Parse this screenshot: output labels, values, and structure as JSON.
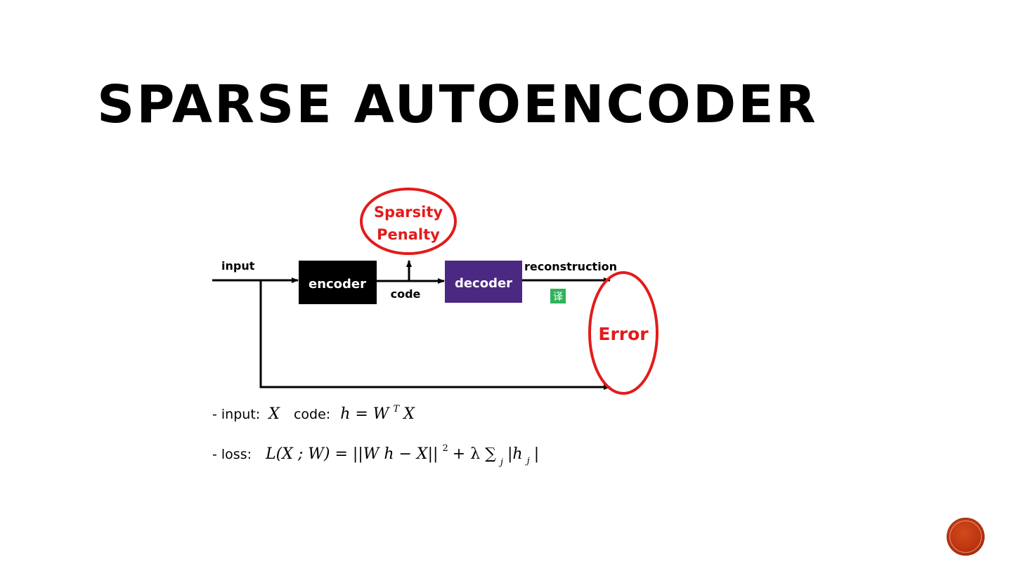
{
  "slide": {
    "title": "SPARSE AUTOENCODER"
  },
  "diagram": {
    "input_label": "input",
    "encoder_label": "encoder",
    "code_label": "code",
    "decoder_label": "decoder",
    "reconstruction_label": "reconstruction",
    "sparsity_line1": "Sparsity",
    "sparsity_line2": "Penalty",
    "error_label": "Error",
    "translate_badge": "译",
    "formula_input_prefix": "- input:",
    "formula_input_var": "X",
    "formula_code_prefix": "code:",
    "formula_code_expr": "h = W",
    "formula_code_sup": "T",
    "formula_code_tail": " X",
    "formula_loss_prefix": "- loss:",
    "formula_loss_lhs": "L(X ; W) = ||W h − X||",
    "formula_loss_sup": "2",
    "formula_loss_mid": " + λ ∑",
    "formula_loss_sub_j": "j",
    "formula_loss_abs": " |h",
    "formula_loss_abs_sub": "j",
    "formula_loss_close": "|",
    "colors": {
      "encoder_fill": "#000000",
      "decoder_fill": "#4b2882",
      "penalty_red": "#e21b1b",
      "badge_green": "#2fb35a"
    }
  },
  "nav": {
    "icon": "circle-nav-icon"
  }
}
